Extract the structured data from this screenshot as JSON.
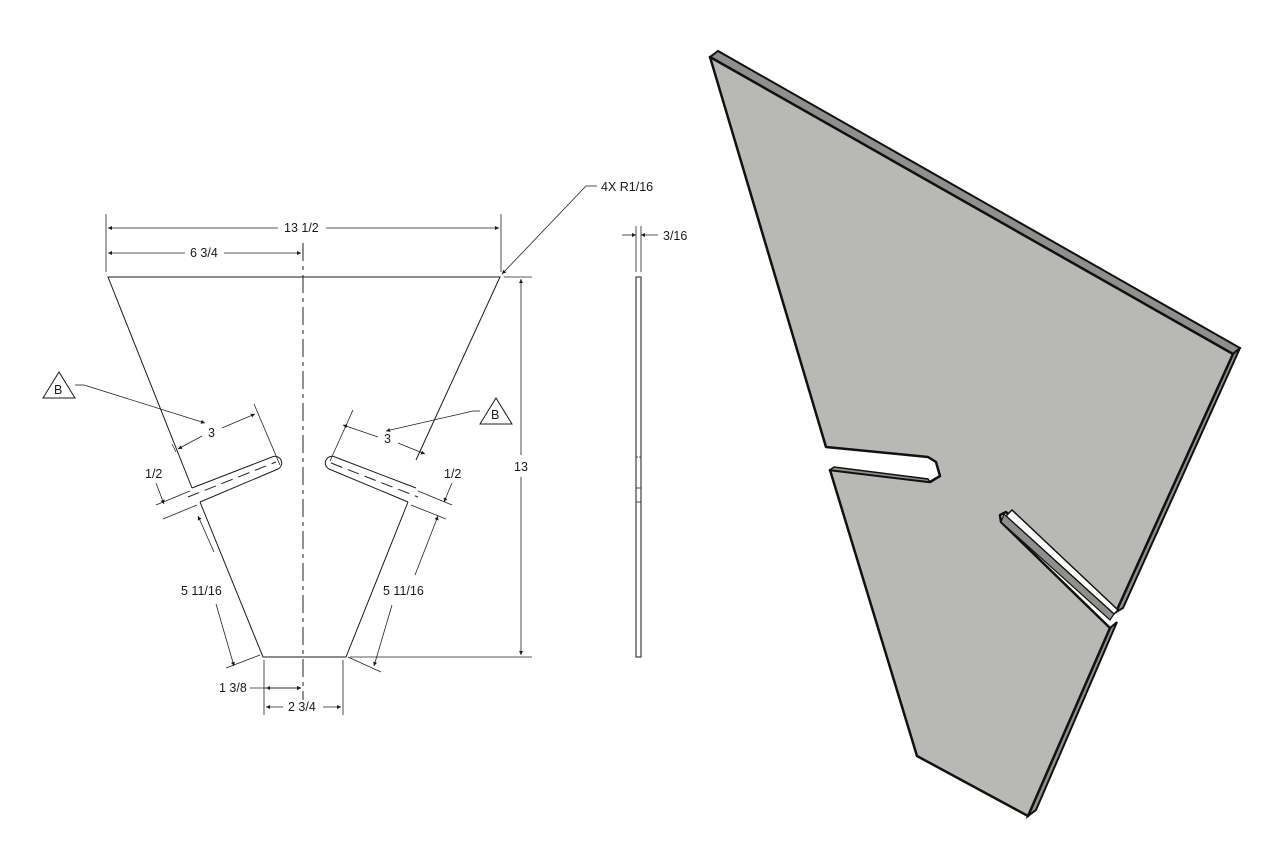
{
  "drawing": {
    "front_view": {
      "overall_width": "13 1/2",
      "half_width": "6 3/4",
      "height": "13",
      "corner_note": "4X R1/16",
      "slot_depth_left": "3",
      "slot_depth_right": "3",
      "slot_width_left": "1/2",
      "slot_width_right": "1/2",
      "lower_edge_left": "5 11/16",
      "lower_edge_right": "5 11/16",
      "bottom_half_width": "1 3/8",
      "bottom_width": "2 3/4",
      "datum_left": "B",
      "datum_right": "B"
    },
    "side_view": {
      "thickness": "3/16"
    },
    "iso_view": {
      "face_color": "#b8b8b4",
      "edge_color": "#111111",
      "slot_color": "#ffffff"
    }
  }
}
